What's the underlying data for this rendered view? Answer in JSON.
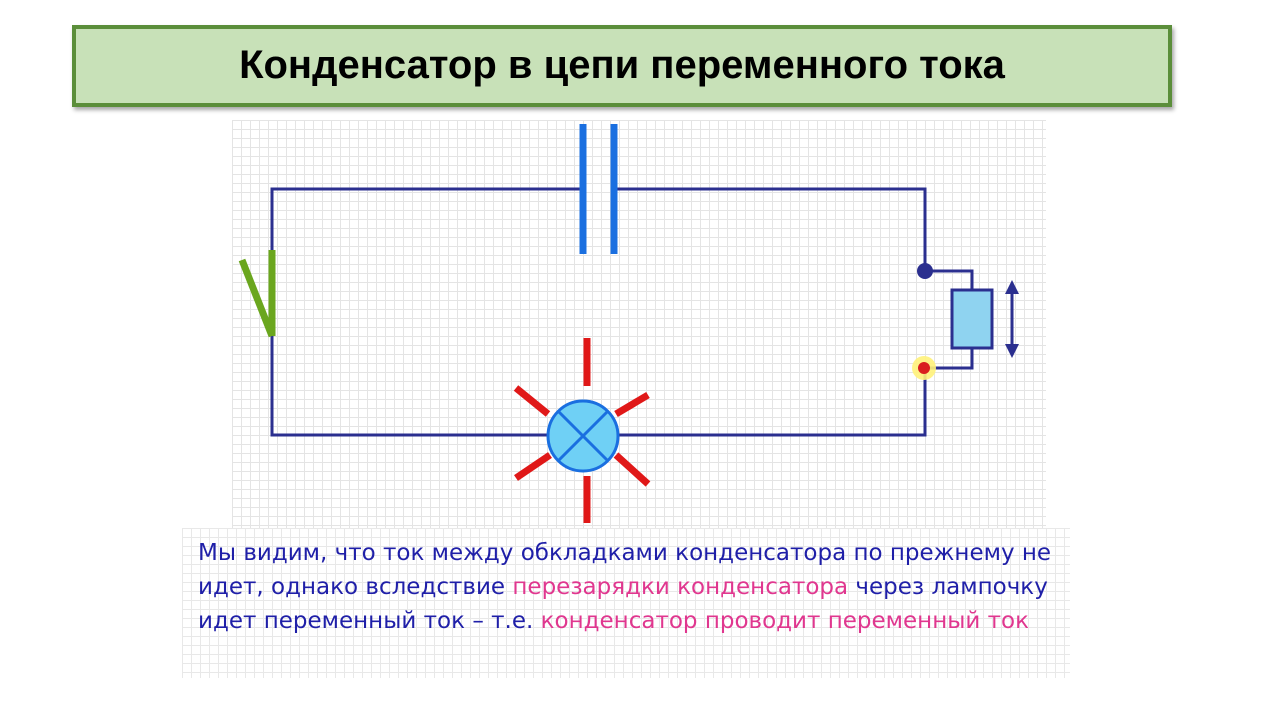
{
  "title": "Конденсатор в цепи переменного тока",
  "caption": {
    "part1": "Мы видим, что ток между обкладками конденсатора по прежнему не идет, однако вследствие ",
    "highlight": "перезарядки конденсатора",
    "part2": " через лампочку идет переменный ток – т.е. ",
    "ending": "конденсатор проводит переменный ток"
  },
  "colors": {
    "title_background": "#c8e1b8",
    "title_border": "#5b8e3a",
    "wire": "#2b2f8f",
    "capacitor_plates": "#1a6fe0",
    "ac_source": "#6aa61e",
    "lamp_fill": "#6fd0f5",
    "lamp_rays": "#e01818",
    "resistor_fill": "#8fd3f0",
    "caption_text": "#1f1fa8",
    "caption_highlight": "#e0378f"
  },
  "components": [
    "ac-source-icon",
    "capacitor-icon",
    "lamp-icon",
    "variable-resistor-icon"
  ]
}
